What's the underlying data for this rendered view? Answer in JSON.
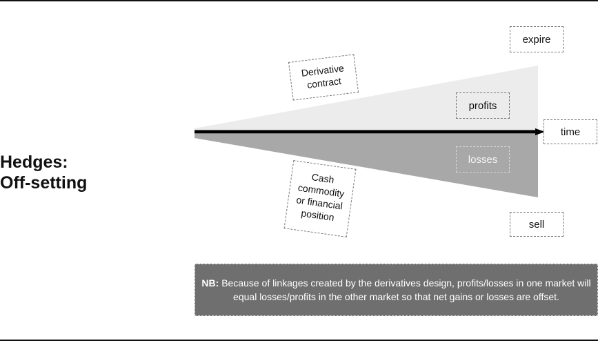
{
  "heading": {
    "line1": "Hedges:",
    "line2": "Off-setting"
  },
  "labels": {
    "expire": "expire",
    "profits": "profits",
    "time": "time",
    "losses": "losses",
    "sell": "sell"
  },
  "derivative": {
    "line1": "Derivative",
    "line2": "contract"
  },
  "cash": {
    "line1": "Cash",
    "line2": "commodity",
    "line3": "or financial",
    "line4": "position"
  },
  "note": {
    "prefix": "NB:",
    "text": "Because of linkages created by the derivatives design, profits/losses in one market will equal losses/profits in the other market so that net gains or losses are offset."
  },
  "colors": {
    "upper_wedge": "#ececec",
    "lower_wedge": "#a8a8a8",
    "note_bg": "#6f6f6f",
    "arrow": "#000000"
  }
}
